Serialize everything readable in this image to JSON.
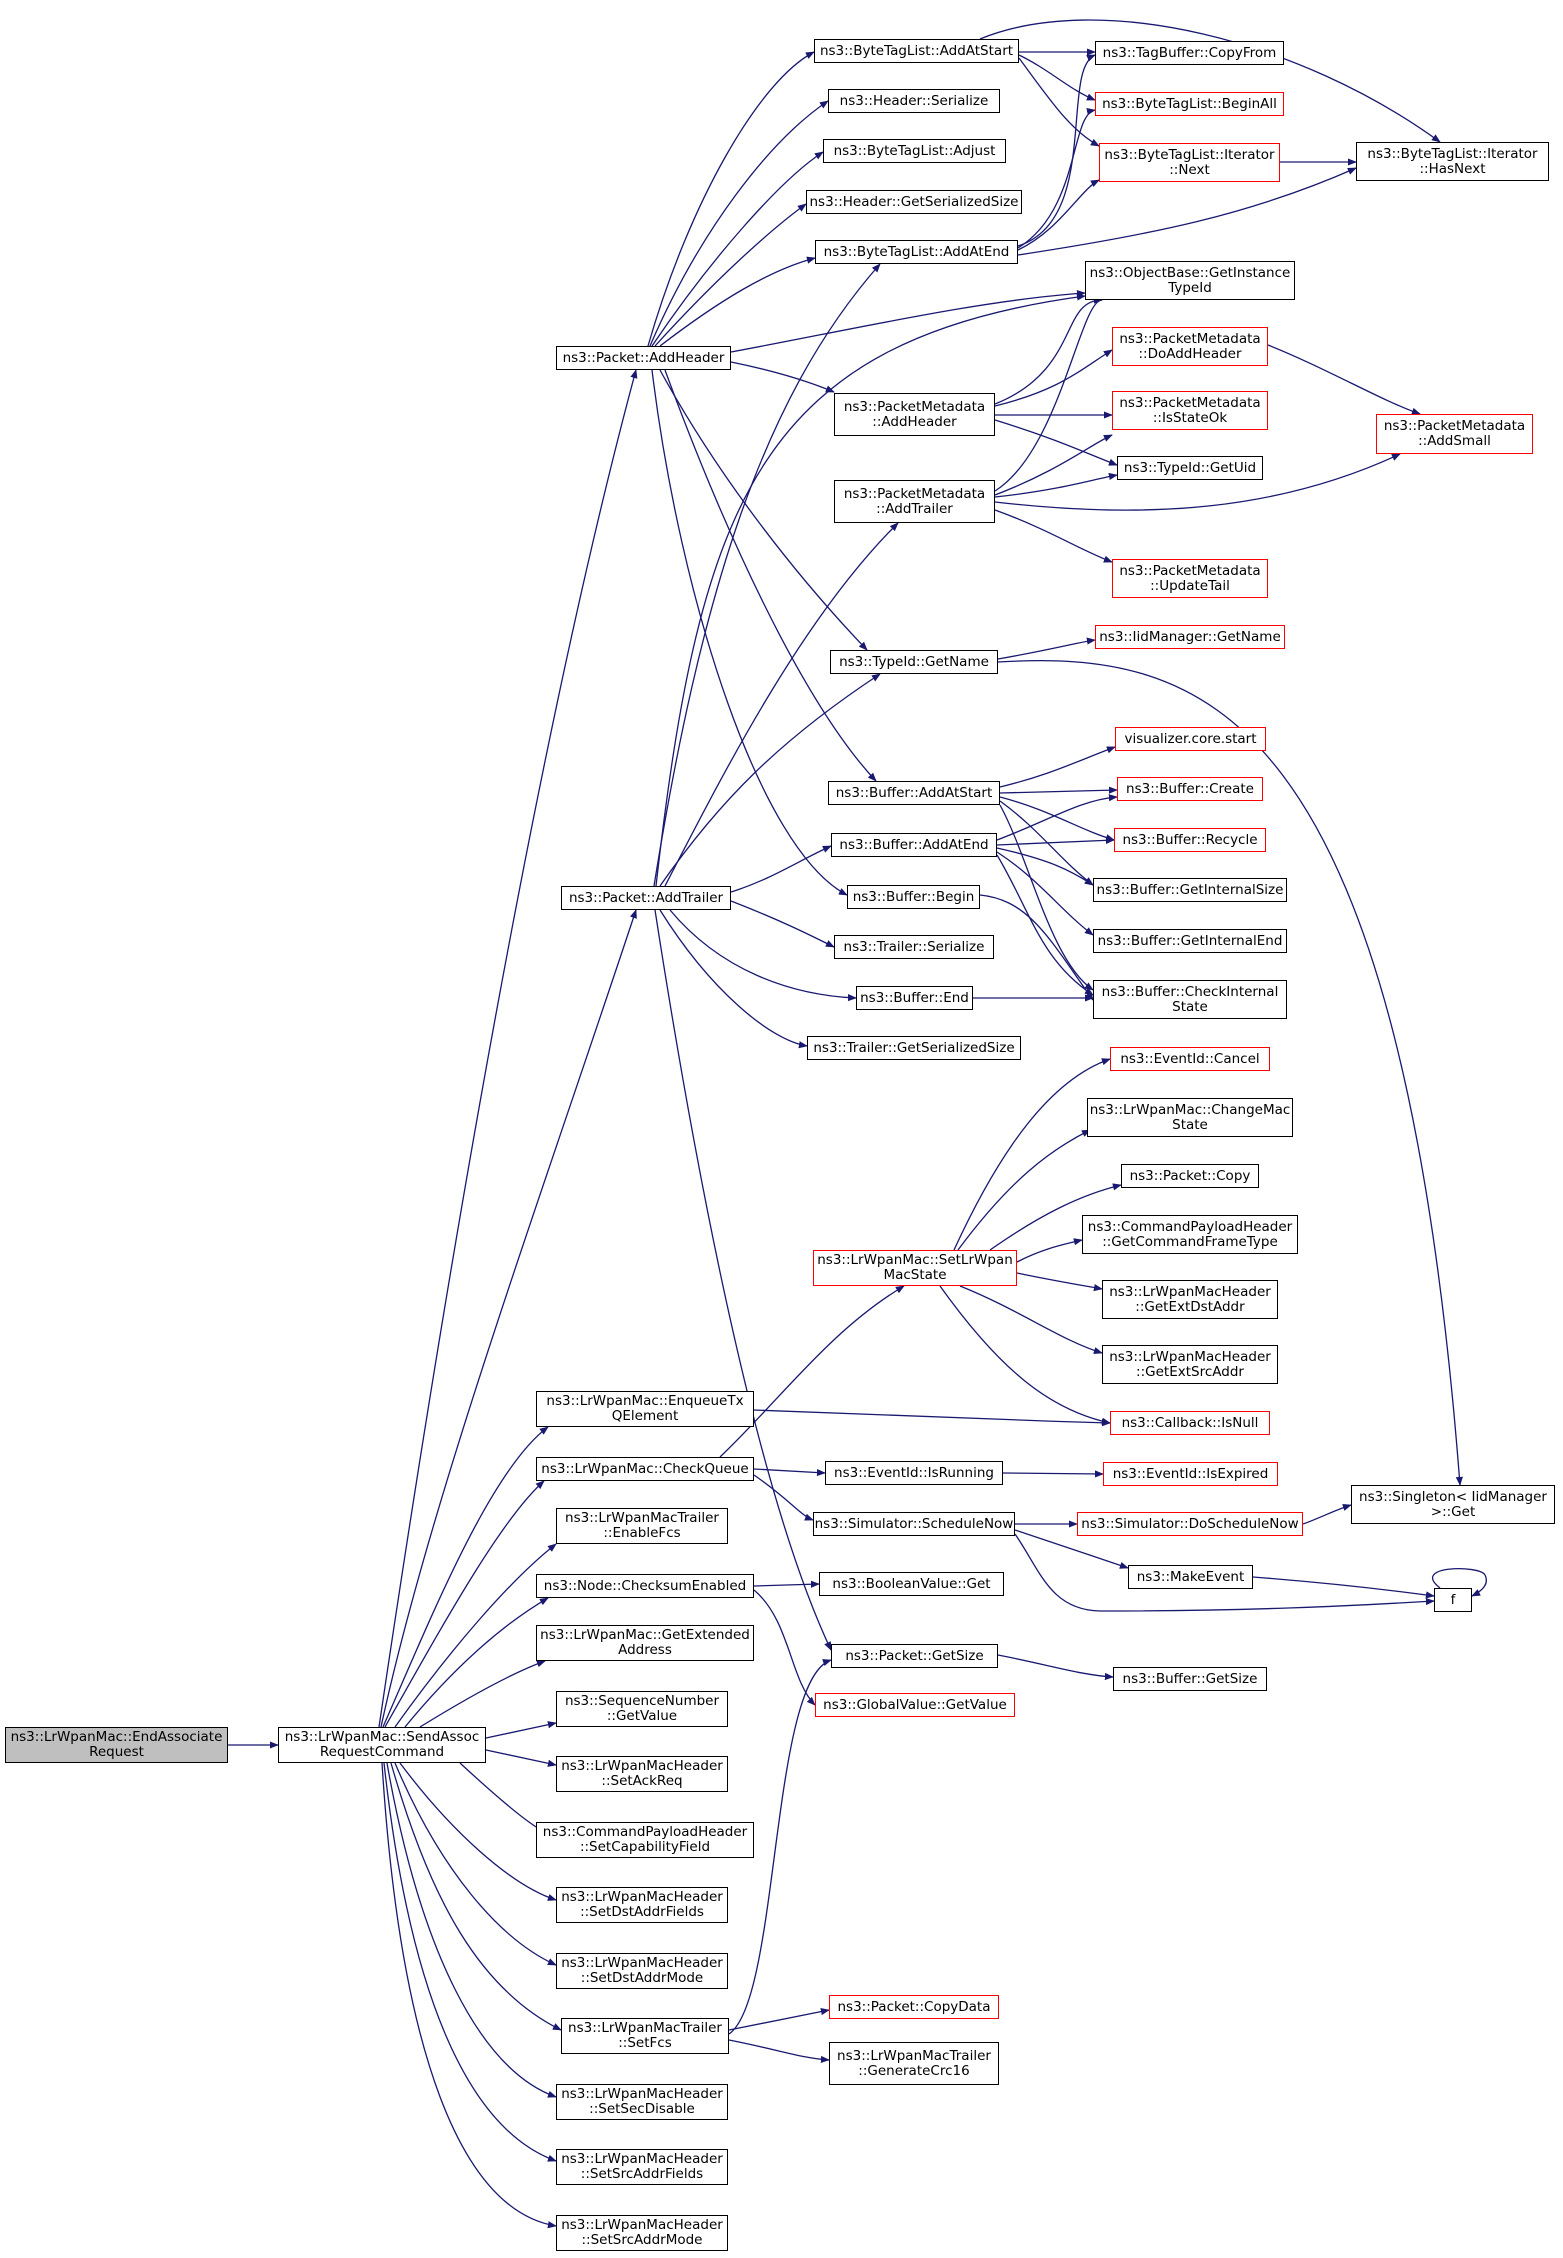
{
  "colors": {
    "edge": "#191970",
    "border_default": "#000000",
    "border_red": "#ff0000",
    "root_fill": "#bfbfbf"
  },
  "nodes": {
    "n00": {
      "lines": [
        "ns3::LrWpanMac::EndAssociate",
        "Request"
      ],
      "style": "gray"
    },
    "n01": {
      "lines": [
        "ns3::LrWpanMac::SendAssoc",
        "RequestCommand"
      ]
    },
    "n02": {
      "lines": [
        "ns3::Packet::AddHeader"
      ]
    },
    "n03": {
      "lines": [
        "ns3::Packet::AddTrailer"
      ]
    },
    "n04": {
      "lines": [
        "ns3::LrWpanMac::EnqueueTx",
        "QElement"
      ]
    },
    "n05": {
      "lines": [
        "ns3::LrWpanMac::CheckQueue"
      ]
    },
    "n06": {
      "lines": [
        "ns3::LrWpanMacTrailer",
        "::EnableFcs"
      ]
    },
    "n07": {
      "lines": [
        "ns3::Node::ChecksumEnabled"
      ]
    },
    "n08": {
      "lines": [
        "ns3::LrWpanMac::GetExtended",
        "Address"
      ]
    },
    "n09": {
      "lines": [
        "ns3::SequenceNumber",
        "::GetValue"
      ]
    },
    "n10": {
      "lines": [
        "ns3::LrWpanMacHeader",
        "::SetAckReq"
      ]
    },
    "n11": {
      "lines": [
        "ns3::CommandPayloadHeader",
        "::SetCapabilityField"
      ]
    },
    "n12": {
      "lines": [
        "ns3::LrWpanMacHeader",
        "::SetDstAddrFields"
      ]
    },
    "n13": {
      "lines": [
        "ns3::LrWpanMacHeader",
        "::SetDstAddrMode"
      ]
    },
    "n14": {
      "lines": [
        "ns3::LrWpanMacTrailer",
        "::SetFcs"
      ]
    },
    "n15": {
      "lines": [
        "ns3::LrWpanMacHeader",
        "::SetSecDisable"
      ]
    },
    "n16": {
      "lines": [
        "ns3::LrWpanMacHeader",
        "::SetSrcAddrFields"
      ]
    },
    "n17": {
      "lines": [
        "ns3::LrWpanMacHeader",
        "::SetSrcAddrMode"
      ]
    },
    "n18": {
      "lines": [
        "ns3::ByteTagList::AddAtStart"
      ]
    },
    "n19": {
      "lines": [
        "ns3::Header::Serialize"
      ]
    },
    "n20": {
      "lines": [
        "ns3::ByteTagList::Adjust"
      ]
    },
    "n21": {
      "lines": [
        "ns3::Header::GetSerializedSize"
      ]
    },
    "n22": {
      "lines": [
        "ns3::ByteTagList::AddAtEnd"
      ]
    },
    "n23": {
      "lines": [
        "ns3::PacketMetadata",
        "::AddHeader"
      ]
    },
    "n24": {
      "lines": [
        "ns3::PacketMetadata",
        "::AddTrailer"
      ]
    },
    "n25": {
      "lines": [
        "ns3::TypeId::GetName"
      ]
    },
    "n26": {
      "lines": [
        "ns3::Buffer::AddAtStart"
      ]
    },
    "n27": {
      "lines": [
        "ns3::Buffer::AddAtEnd"
      ]
    },
    "n28": {
      "lines": [
        "ns3::Buffer::Begin"
      ]
    },
    "n29": {
      "lines": [
        "ns3::Trailer::Serialize"
      ]
    },
    "n30": {
      "lines": [
        "ns3::Buffer::End"
      ]
    },
    "n31": {
      "lines": [
        "ns3::Trailer::GetSerializedSize"
      ]
    },
    "n32": {
      "lines": [
        "ns3::LrWpanMac::SetLrWpan",
        "MacState"
      ],
      "style": "red"
    },
    "n33": {
      "lines": [
        "ns3::EventId::IsRunning"
      ]
    },
    "n34": {
      "lines": [
        "ns3::Simulator::ScheduleNow"
      ]
    },
    "n35": {
      "lines": [
        "ns3::BooleanValue::Get"
      ]
    },
    "n36": {
      "lines": [
        "ns3::Packet::GetSize"
      ]
    },
    "n37": {
      "lines": [
        "ns3::GlobalValue::GetValue"
      ],
      "style": "red"
    },
    "n38": {
      "lines": [
        "ns3::Packet::CopyData"
      ],
      "style": "red"
    },
    "n39": {
      "lines": [
        "ns3::LrWpanMacTrailer",
        "::GenerateCrc16"
      ]
    },
    "n40": {
      "lines": [
        "ns3::TagBuffer::CopyFrom"
      ]
    },
    "n41": {
      "lines": [
        "ns3::ByteTagList::BeginAll"
      ],
      "style": "red"
    },
    "n42": {
      "lines": [
        "ns3::ByteTagList::Iterator",
        "::Next"
      ],
      "style": "red"
    },
    "n43": {
      "lines": [
        "ns3::ObjectBase::GetInstance",
        "TypeId"
      ]
    },
    "n44": {
      "lines": [
        "ns3::PacketMetadata",
        "::DoAddHeader"
      ],
      "style": "red"
    },
    "n45": {
      "lines": [
        "ns3::PacketMetadata",
        "::IsStateOk"
      ],
      "style": "red"
    },
    "n46": {
      "lines": [
        "ns3::TypeId::GetUid"
      ]
    },
    "n47": {
      "lines": [
        "ns3::PacketMetadata",
        "::UpdateTail"
      ],
      "style": "red"
    },
    "n48": {
      "lines": [
        "ns3::IidManager::GetName"
      ],
      "style": "red"
    },
    "n49": {
      "lines": [
        "visualizer.core.start"
      ],
      "style": "red"
    },
    "n50": {
      "lines": [
        "ns3::Buffer::Create"
      ],
      "style": "red"
    },
    "n51": {
      "lines": [
        "ns3::Buffer::Recycle"
      ],
      "style": "red"
    },
    "n52": {
      "lines": [
        "ns3::Buffer::GetInternalSize"
      ]
    },
    "n53": {
      "lines": [
        "ns3::Buffer::GetInternalEnd"
      ]
    },
    "n54": {
      "lines": [
        "ns3::Buffer::CheckInternal",
        "State"
      ]
    },
    "n55": {
      "lines": [
        "ns3::EventId::Cancel"
      ],
      "style": "red"
    },
    "n56": {
      "lines": [
        "ns3::LrWpanMac::ChangeMac",
        "State"
      ]
    },
    "n57": {
      "lines": [
        "ns3::Packet::Copy"
      ]
    },
    "n58": {
      "lines": [
        "ns3::CommandPayloadHeader",
        "::GetCommandFrameType"
      ]
    },
    "n59": {
      "lines": [
        "ns3::LrWpanMacHeader",
        "::GetExtDstAddr"
      ]
    },
    "n60": {
      "lines": [
        "ns3::LrWpanMacHeader",
        "::GetExtSrcAddr"
      ]
    },
    "n61": {
      "lines": [
        "ns3::Callback::IsNull"
      ],
      "style": "red"
    },
    "n62": {
      "lines": [
        "ns3::EventId::IsExpired"
      ],
      "style": "red"
    },
    "n63": {
      "lines": [
        "ns3::Simulator::DoScheduleNow"
      ],
      "style": "red"
    },
    "n64": {
      "lines": [
        "ns3::MakeEvent"
      ]
    },
    "n65": {
      "lines": [
        "ns3::Buffer::GetSize"
      ]
    },
    "n66": {
      "lines": [
        "ns3::ByteTagList::Iterator",
        "::HasNext"
      ]
    },
    "n67": {
      "lines": [
        "ns3::PacketMetadata",
        "::AddSmall"
      ],
      "style": "red"
    },
    "n68": {
      "lines": [
        "ns3::Singleton< IidManager",
        " >::Get"
      ]
    },
    "n69": {
      "lines": [
        "f"
      ]
    }
  }
}
